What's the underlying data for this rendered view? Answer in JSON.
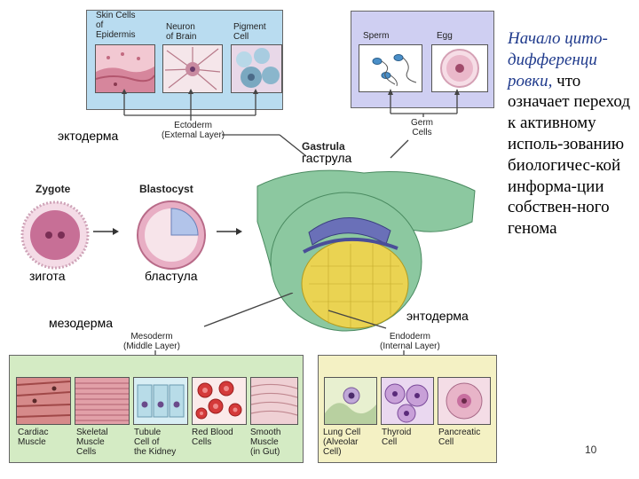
{
  "ectoderm_panel": {
    "cells": [
      "Skin Cells\nof\nEpidermis",
      "Neuron\nof Brain",
      "Pigment\nCell"
    ],
    "layer_label": "Ectoderm\n(External Layer)",
    "ru_label": "эктодерма"
  },
  "germ_panel": {
    "cells": [
      "Sperm",
      "Egg"
    ],
    "layer_label": "Germ\nCells"
  },
  "gastrula": {
    "label": "Gastrula",
    "ru_label": "гаструла"
  },
  "zygote": {
    "label": "Zygote",
    "ru_label": "зигота"
  },
  "blastocyst": {
    "label": "Blastocyst",
    "ru_label": "бластула"
  },
  "mesoderm_panel": {
    "ru_label": "мезодерма",
    "layer_label": "Mesoderm\n(Middle Layer)",
    "cells": [
      "Cardiac\nMuscle",
      "Skeletal\nMuscle\nCells",
      "Tubule\nCell of\nthe Kidney",
      "Red Blood\nCells",
      "Smooth\nMuscle\n(in Gut)"
    ]
  },
  "endoderm_panel": {
    "ru_label": "энтодерма",
    "layer_label": "Endoderm\n(Internal Layer)",
    "cells": [
      "Lung Cell\n(Alveolar\nCell)",
      "Thyroid\nCell",
      "Pancreatic\nCell"
    ]
  },
  "side_text": {
    "italic": "Начало цито-дифференци ровки,",
    "rest": " что означает переход к активному исполь-зованию биологичес-кой информа-ции собствен-ного генома"
  },
  "page_number": "10",
  "colors": {
    "ecto_panel": "#b9dcf0",
    "germ_panel": "#cfcff2",
    "meso_panel": "#d4ebc4",
    "endo_panel": "#f4f1c4",
    "gastrula_green": "#8cc8a0",
    "yolk": "#ead352"
  }
}
